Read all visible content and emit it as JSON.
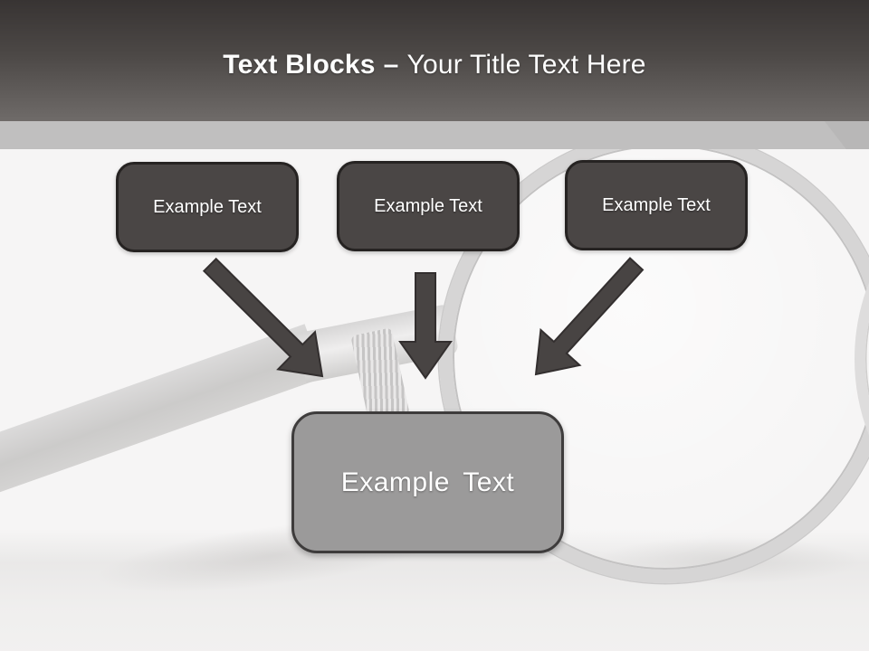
{
  "slide": {
    "header": {
      "title_bold": "Text Blocks",
      "title_separator": "–",
      "title_regular": "Your Title Text Here",
      "gradient_top": "#383433",
      "gradient_bottom": "#6f6b69",
      "strip_color": "#c0bfbf",
      "title_color": "#fdfdfd"
    },
    "blocks": {
      "top": [
        {
          "label": "Example Text"
        },
        {
          "label": "Example Text"
        },
        {
          "label": "Example Text"
        }
      ],
      "center": {
        "label": "Example Text"
      }
    },
    "colors": {
      "background": "#f6f5f5",
      "block_fill": "#4a4645",
      "block_border": "#262322",
      "center_fill": "#9b9a9a",
      "center_border": "#3e3c3c",
      "arrow_fill": "#484443",
      "text": "#ffffff"
    }
  }
}
